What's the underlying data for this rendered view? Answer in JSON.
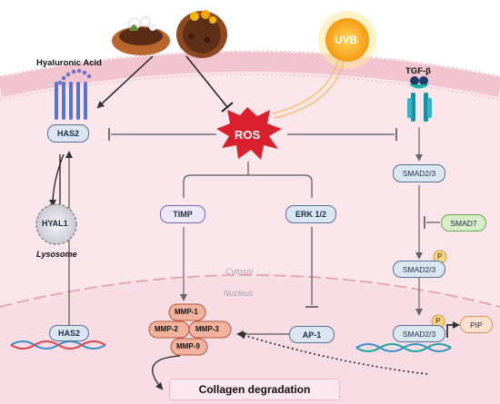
{
  "labels": {
    "hyaluronic_acid": "Hyaluronic Acid",
    "has2_top": "HAS2",
    "has2_bottom": "HAS2",
    "hyal1": "HYAL1",
    "lysosome": "Lysosome",
    "ros": "ROS",
    "uvb": "UVB",
    "tgf_beta": "TGF-β",
    "timp": "TIMP",
    "erk": "ERK 1/2",
    "ap1": "AP-1",
    "smad23_a": "SMAD2/3",
    "smad23_b": "SMAD2/3",
    "smad23_c": "SMAD2/3",
    "smad7": "SMAD7",
    "pip": "PIP",
    "p_a": "P",
    "p_b": "P",
    "cytosol": "Cytosol",
    "nucleus": "Nucleus",
    "mmp1": "MMP-1",
    "mmp2": "MMP-2",
    "mmp3": "MMP-3",
    "mmp9": "MMP-9",
    "collagen": "Collagen degradation"
  },
  "colors": {
    "cell_fill": "#fbe6ec",
    "membrane": "#f2c4cf",
    "ros_red": "#d9202f",
    "sun_orange": "#f5a623",
    "node_fill": "#dbe6f3",
    "node_stroke": "#5b6f8f",
    "mmp_fill": "#f2b39e",
    "mmp_stroke": "#b5533a",
    "timp_stroke": "#7b68b8",
    "smad7_fill": "#d8ecc9",
    "smad7_stroke": "#6aa84f",
    "pip_fill": "#fde3cf",
    "phospho": "#f7d58b",
    "collagen_fill": "#fde7ef"
  }
}
